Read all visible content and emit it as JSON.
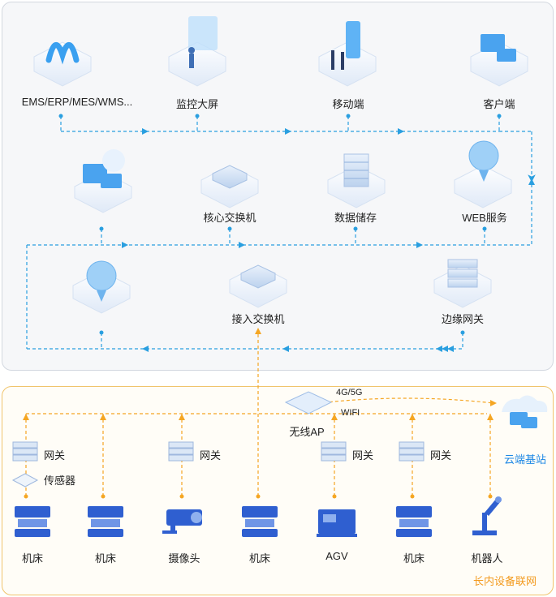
{
  "top": {
    "row1": [
      "EMS/ERP/MES/WMS...",
      "监控大屏",
      "移动端",
      "客户端"
    ],
    "row2": [
      "核心交换机",
      "数据储存",
      "WEB服务"
    ],
    "row3": [
      "接入交换机",
      "边缘网关"
    ]
  },
  "bottom": {
    "wireless_ap": "无线AP",
    "link_4g5g": "4G/5G",
    "link_wifi": "WIFI",
    "cloud_station": "云端基站",
    "gateway": "网关",
    "sensor": "传感器",
    "devices": [
      "机床",
      "机床",
      "摄像头",
      "机床",
      "AGV",
      "机床",
      "机器人"
    ],
    "area_label": "长内设备联网"
  },
  "colors": {
    "blue_line": "#2a9fe0",
    "orange_line": "#f5a623",
    "device_blue": "#2f5fd0"
  }
}
